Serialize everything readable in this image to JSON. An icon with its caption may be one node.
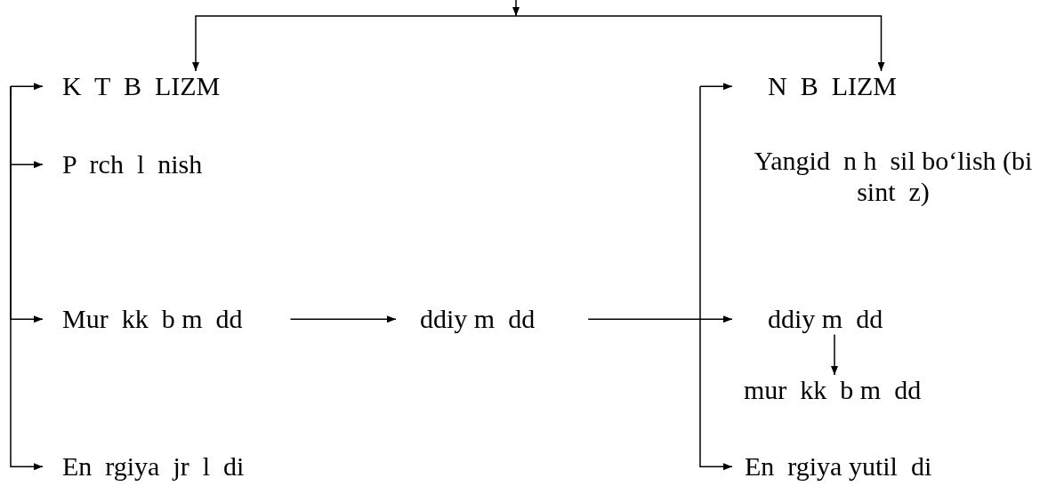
{
  "diagram": {
    "nodes": [
      {
        "text": [
          "K  T  B  LIZM"
        ]
      },
      {
        "text": [
          "P  rch  l  nish"
        ]
      },
      {
        "text": [
          "Mur  kk  b m  dd"
        ]
      },
      {
        "text": [
          "ddiy m  dd"
        ]
      },
      {
        "text": [
          "En  rgiya  jr  l  di"
        ]
      },
      {
        "text": [
          "N  B  LIZM"
        ]
      },
      {
        "text": [
          "Yangid  n h  sil bo‘lish (bi  sint  z)"
        ]
      },
      {
        "text": [
          "ddiy m  dd"
        ]
      },
      {
        "text": [
          "mur  kk  b m  dd"
        ]
      },
      {
        "text": [
          "En  rgiya yutil  di"
        ]
      }
    ],
    "edges": [
      {
        "from": null,
        "to": 0,
        "arrow": "to"
      },
      {
        "from": null,
        "to": 5,
        "arrow": "to"
      },
      {
        "from": null,
        "to": 0,
        "arrow": "to"
      },
      {
        "from": null,
        "to": 1,
        "arrow": "to"
      },
      {
        "from": null,
        "to": 2,
        "arrow": "to"
      },
      {
        "from": null,
        "to": 4,
        "arrow": "to"
      },
      {
        "from": 2,
        "to": 3,
        "arrow": "to"
      },
      {
        "from": 3,
        "to": 7,
        "arrow": "to"
      },
      {
        "from": null,
        "to": 5,
        "arrow": "to"
      },
      {
        "from": null,
        "to": 9,
        "arrow": "to"
      },
      {
        "from": 7,
        "to": 8,
        "arrow": "to"
      }
    ]
  }
}
